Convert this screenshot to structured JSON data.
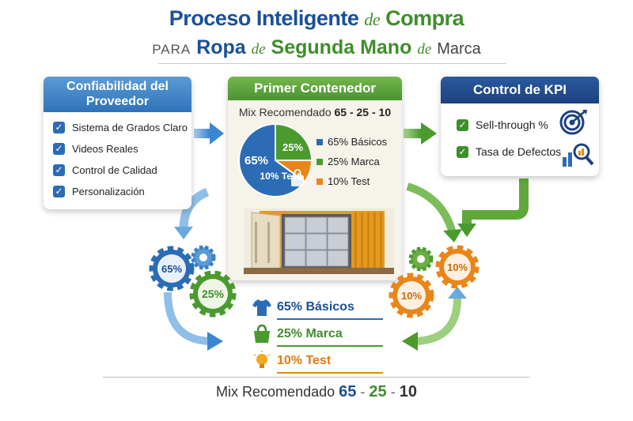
{
  "title": {
    "line1_a": "Proceso Inteligente",
    "line1_de": "de",
    "line1_b": "Compra",
    "line2_para": "PARA",
    "line2_a": "Ropa",
    "line2_de1": "de",
    "line2_b": "Segunda",
    "line2_c": "Mano",
    "line2_de2": "de",
    "line2_d": "Marca"
  },
  "supplier": {
    "title": "Confiabilidad del Proveedor",
    "items": [
      "Sistema de Grados Claro",
      "Videos Reales",
      "Control de Calidad",
      "Personalización"
    ]
  },
  "container": {
    "title": "Primer Contenedor",
    "mix_label": "Mix Recomendado",
    "mix_values": "65 - 25 - 10",
    "pie_labels": [
      "65%",
      "25%",
      "10% Test"
    ],
    "legend": [
      {
        "label": "65% Básicos",
        "color": "#2b6cb5"
      },
      {
        "label": "25% Marca",
        "color": "#4a9a2e"
      },
      {
        "label": "10% Test",
        "color": "#e9861a"
      }
    ]
  },
  "kpi": {
    "title": "Control de KPI",
    "items": [
      "Sell-through %",
      "Tasa de Defectos"
    ]
  },
  "gears_left": [
    "65%",
    "25%"
  ],
  "gears_right": [
    "10%",
    "10%"
  ],
  "bottom_legend": [
    {
      "label": "65% Básicos",
      "icon": "tshirt-icon",
      "color": "#1a4f99"
    },
    {
      "label": "25% Marca",
      "icon": "handbag-icon",
      "color": "#3f8e2c"
    },
    {
      "label": "10% Test",
      "icon": "lightbulb-icon",
      "color": "#e07b10"
    }
  ],
  "footer": {
    "label": "Mix Recomendado",
    "n1": "65",
    "n2": "25",
    "n3": "10",
    "sep": "-"
  },
  "chart_data": {
    "type": "pie",
    "categories": [
      "Básicos",
      "Marca",
      "Test"
    ],
    "values": [
      65,
      25,
      10
    ],
    "colors": [
      "#2b6cb5",
      "#4a9a2e",
      "#e9861a"
    ]
  }
}
